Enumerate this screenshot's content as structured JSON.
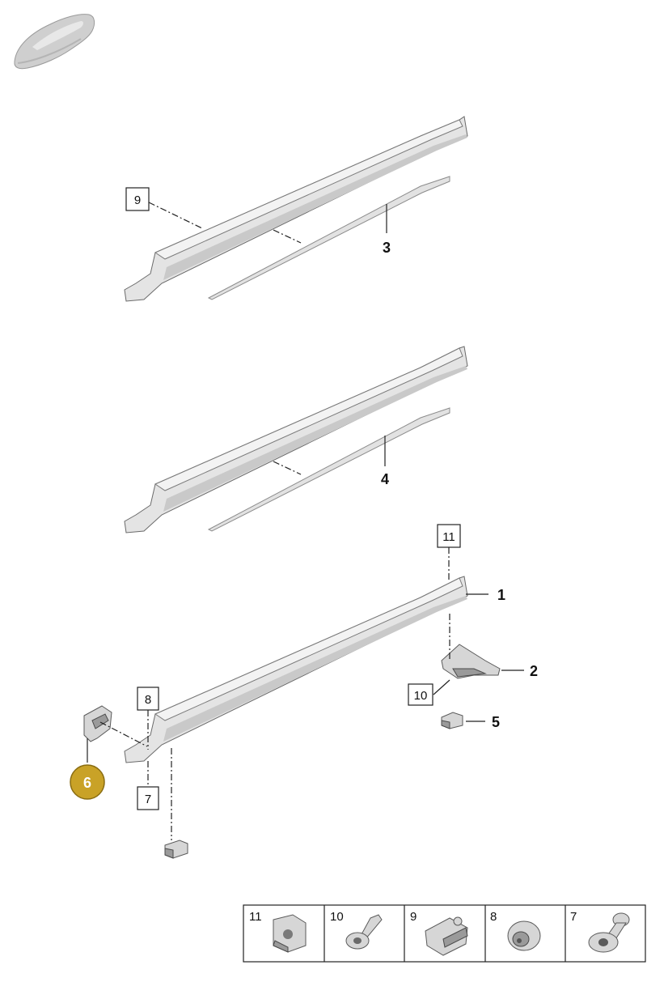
{
  "diagram": {
    "callouts": {
      "part1": "1",
      "part2": "2",
      "part3": "3",
      "part4": "4",
      "part5": "5",
      "part6": "6",
      "box7": "7",
      "box8": "8",
      "box9": "9",
      "box10": "10",
      "box11": "11"
    },
    "highlight_color": "#c9a227",
    "legend": [
      {
        "number": "11",
        "icon": "clip-plate-icon"
      },
      {
        "number": "10",
        "icon": "push-rivet-icon"
      },
      {
        "number": "9",
        "icon": "clip-bracket-icon"
      },
      {
        "number": "8",
        "icon": "round-grommet-icon"
      },
      {
        "number": "7",
        "icon": "expansion-rivet-icon"
      }
    ]
  }
}
